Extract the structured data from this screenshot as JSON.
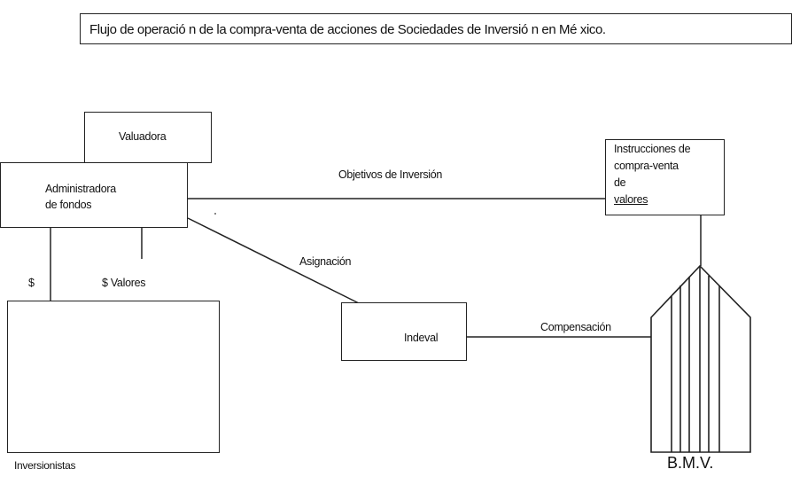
{
  "diagram": {
    "title": "Flujo de operació n de la compra-venta de acciones de Sociedades de Inversió n en Mé xico.",
    "nodes": {
      "valuadora": "Valuadora",
      "administradora_line1": "Administradora",
      "administradora_line2": "de fondos",
      "instrucciones_line1": "Instrucciones de",
      "instrucciones_line2": "compra-venta",
      "instrucciones_line3": "de",
      "instrucciones_line4": "valores",
      "inversionistas": "Inversionistas",
      "indeval": "Indeval",
      "bmv": "B.M.V."
    },
    "edges": {
      "objetivos": "Objetivos de Inversión",
      "asignacion": "Asignación",
      "compensacion": "Compensación",
      "dollar": "$",
      "dollar_valores": "$ Valores"
    }
  }
}
